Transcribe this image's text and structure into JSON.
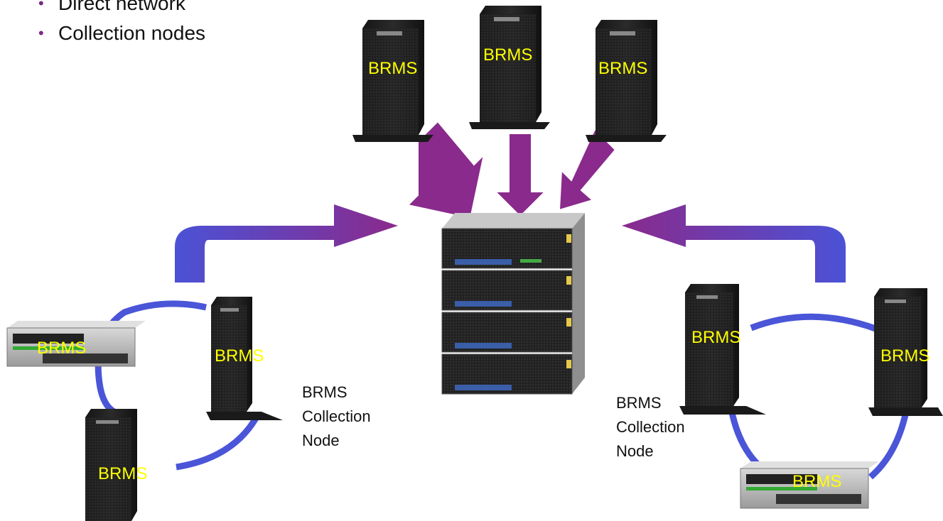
{
  "bullets": [
    {
      "text": "Direct network"
    },
    {
      "text": "Collection nodes"
    }
  ],
  "nodes": [
    {
      "label": "BRMS"
    },
    {
      "label": "BRMS"
    },
    {
      "label": "BRMS"
    },
    {
      "label": "BRMS"
    },
    {
      "label": "BRMS"
    },
    {
      "label": "BRMS"
    },
    {
      "label": "BRMS"
    },
    {
      "label": "BRMS"
    },
    {
      "label": "BRMS"
    }
  ],
  "captions": {
    "left": [
      "BRMS",
      "Collection",
      "Node"
    ],
    "right": [
      "BRMS",
      "Collection",
      "Node"
    ]
  },
  "colors": {
    "arrow_purple": "#8a2a8c",
    "arrow_blue": "#4b52d6",
    "ring_blue": "#4a55d8",
    "label_yellow": "#ffff00",
    "bullet_purple": "#7a2a82"
  }
}
